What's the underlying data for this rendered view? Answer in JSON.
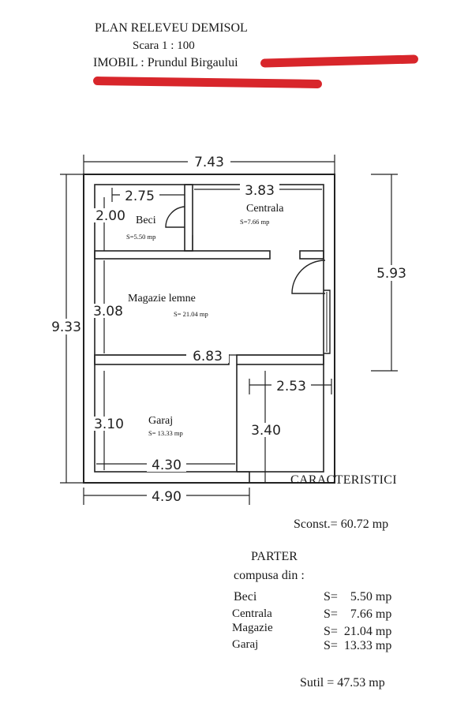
{
  "header": {
    "title": "PLAN  RELEVEU DEMISOL",
    "scale": "Scara   1  : 100",
    "imobil": "IMOBIL : Prundul Birgaului"
  },
  "plan": {
    "dimensions": {
      "overall_width": "7.43",
      "overall_height": "9.33",
      "right_height": "5.93",
      "beci_width": "2.75",
      "centrala_width": "3.83",
      "beci_height": "2.00",
      "magazie_height": "3.08",
      "magazie_width": "6.83",
      "step_width": "2.53",
      "garaj_height_left": "3.10",
      "garaj_height_right": "3.40",
      "garaj_inner_width": "4.30",
      "garaj_outer_width": "4.90"
    },
    "rooms": {
      "beci": {
        "name": "Beci",
        "area": "S=5.50 mp"
      },
      "centrala": {
        "name": "Centrala",
        "area": "S=7.66  mp"
      },
      "magazie": {
        "name": "Magazie lemne",
        "area": "S= 21.04 mp"
      },
      "garaj": {
        "name": "Garaj",
        "area": "S= 13.33 mp"
      }
    }
  },
  "characteristics": {
    "title": "CARACTERISTICI",
    "sconst": "Sconst.= 60.72 mp",
    "parter": "PARTER",
    "compusa": "compusa din :",
    "rows": [
      {
        "name": "Beci",
        "value": "S=    5.50 mp"
      },
      {
        "name": "Centrala",
        "value": "S=    7.66 mp"
      },
      {
        "name": "Magazie",
        "value": "S=  21.04 mp"
      },
      {
        "name": "Garaj",
        "value": "S=  13.33 mp"
      }
    ],
    "sutil": "Sutil = 47.53 mp"
  },
  "colors": {
    "redaction": "#d8262b",
    "lines": "#222222"
  }
}
